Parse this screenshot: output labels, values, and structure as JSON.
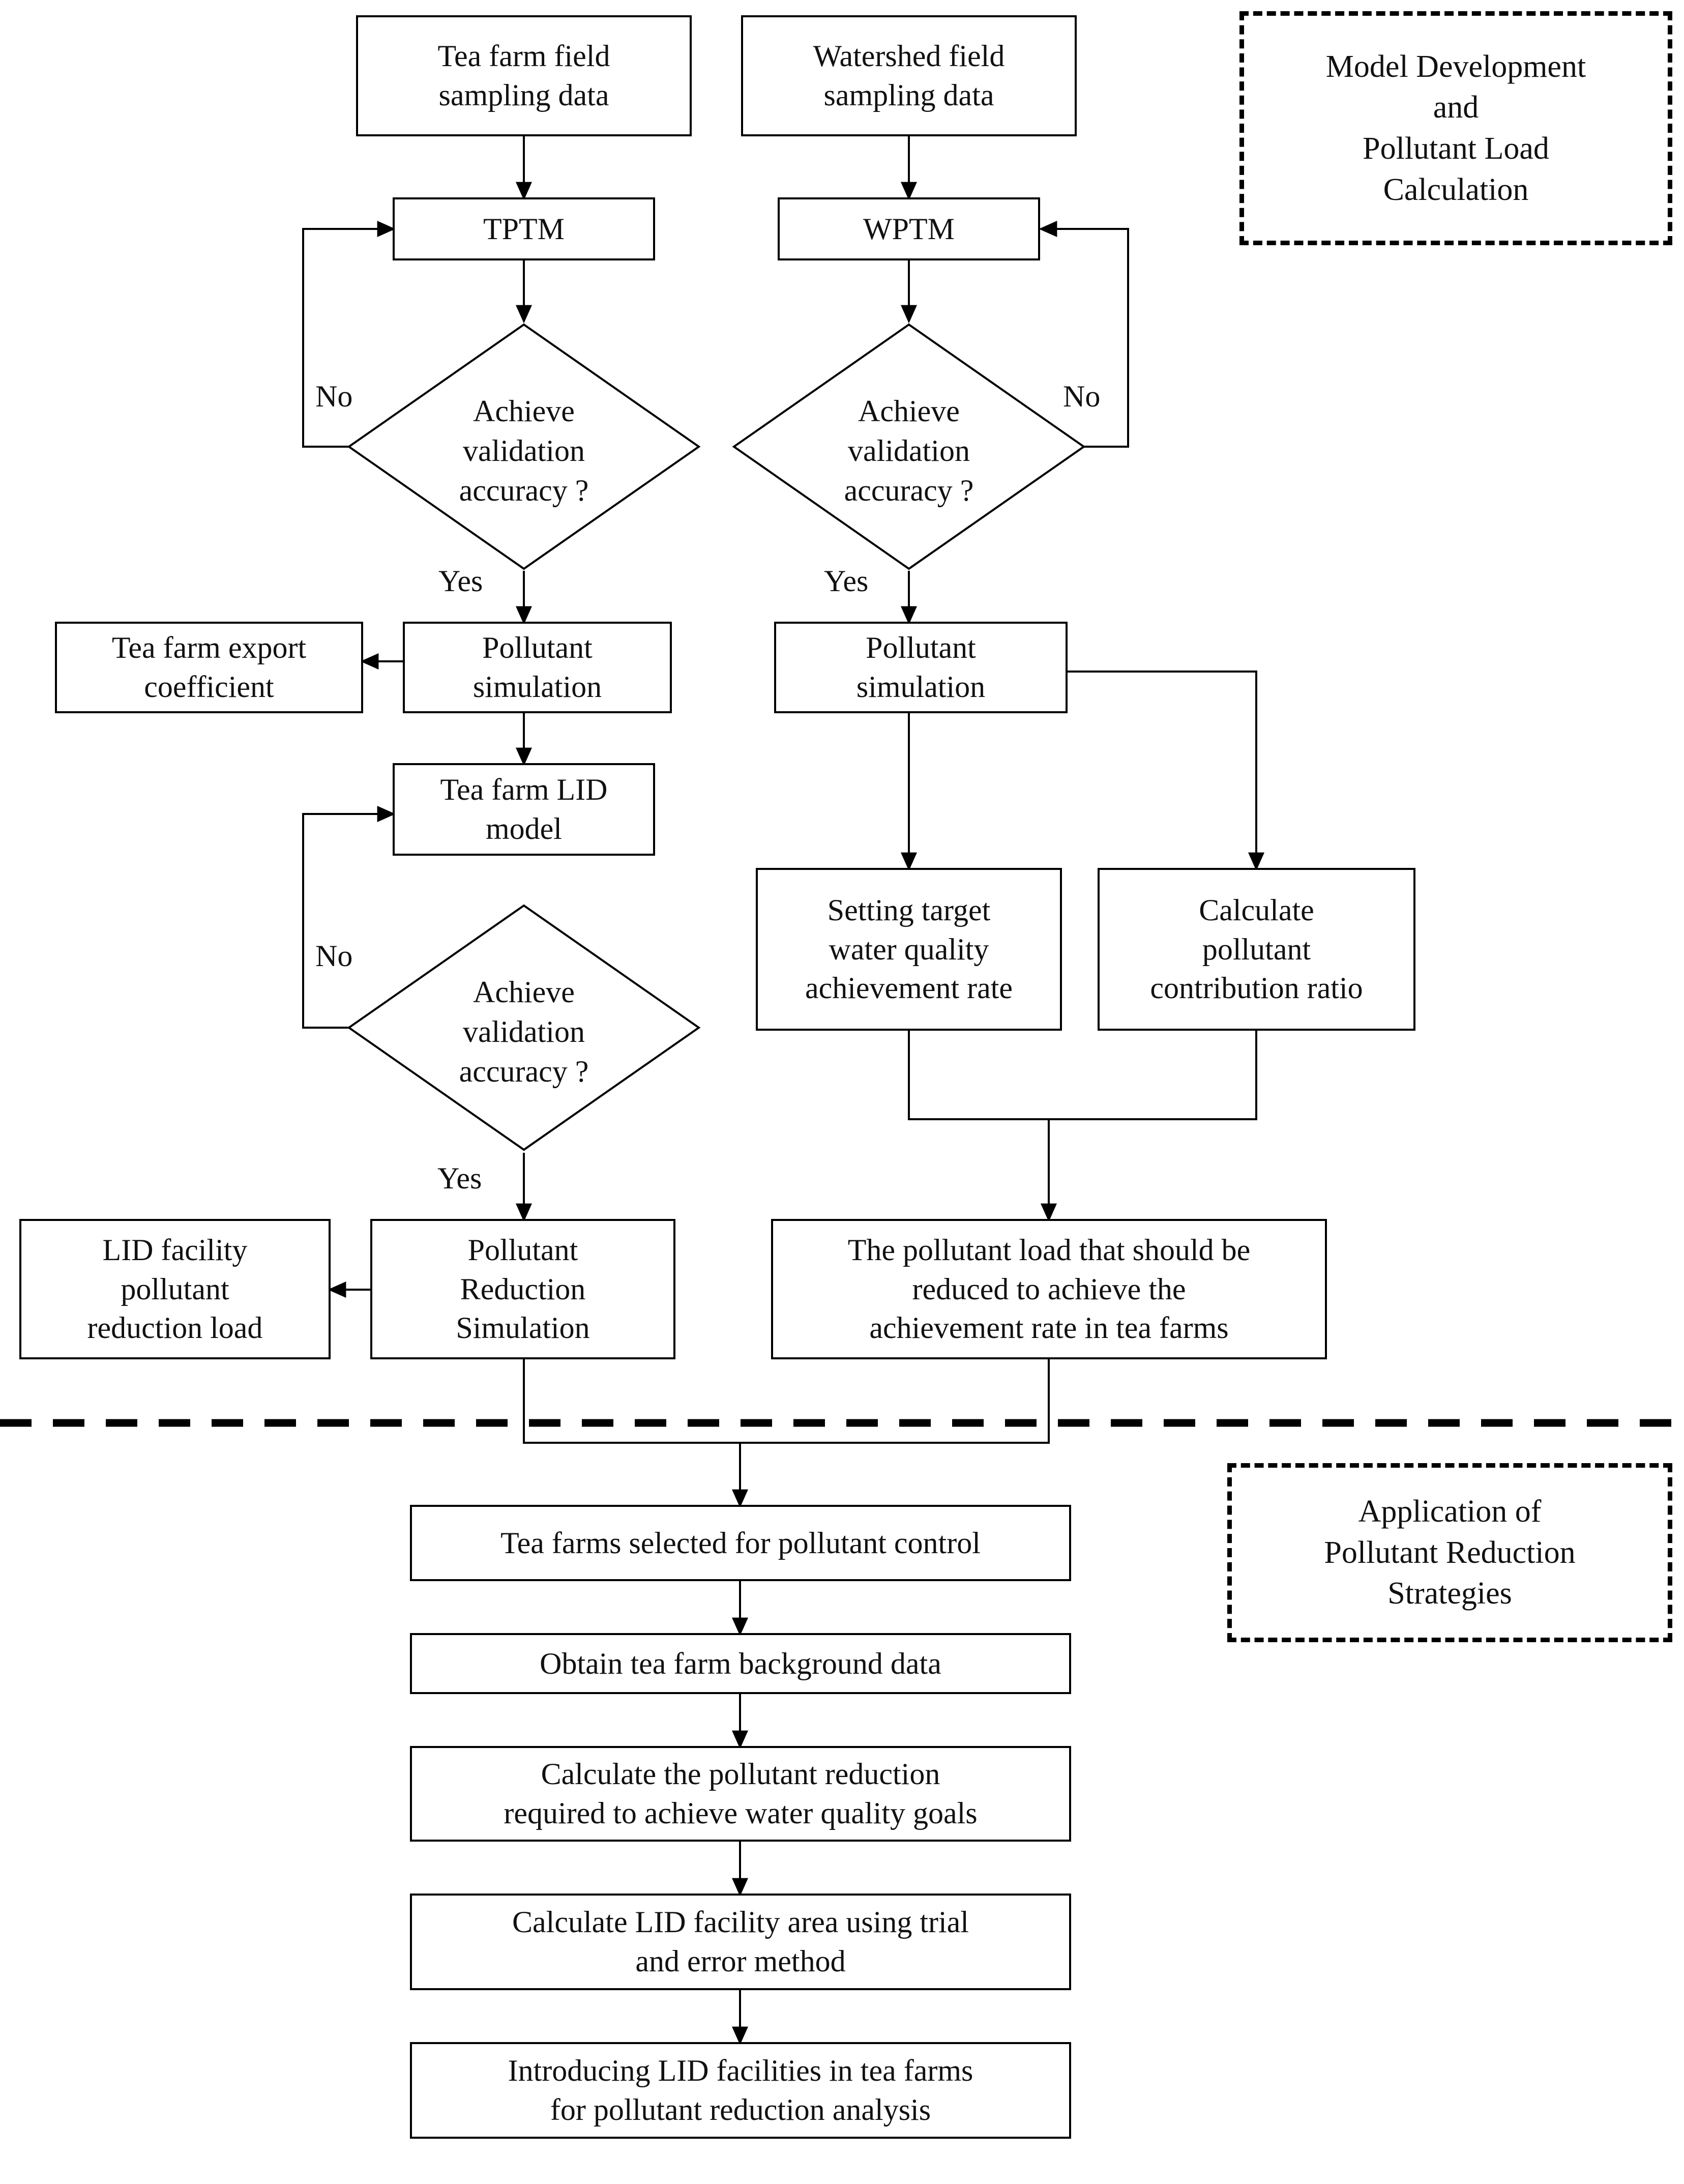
{
  "diagram": {
    "title": "Tea farm pollutant modelling and LID reduction workflow",
    "colors": {
      "stroke": "#000000",
      "text": "#111111",
      "background": "#ffffff"
    }
  },
  "legends": [
    {
      "id": "legend-model-development",
      "label": "Model Development\nand\nPollutant Load\nCalculation"
    },
    {
      "id": "legend-application",
      "label": "Application of\nPollutant Reduction\nStrategies"
    }
  ],
  "nodes": [
    {
      "id": "tea-farm-field-sampling-data",
      "label": "Tea farm field\nsampling data"
    },
    {
      "id": "watershed-field-sampling-data",
      "label": "Watershed field\nsampling data"
    },
    {
      "id": "tptm",
      "label": "TPTM"
    },
    {
      "id": "wptm",
      "label": "WPTM"
    },
    {
      "id": "decision-tptm-validation",
      "label": "Achieve\nvalidation\naccuracy ?"
    },
    {
      "id": "decision-wptm-validation",
      "label": "Achieve\nvalidation\naccuracy ?"
    },
    {
      "id": "pollutant-simulation-left",
      "label": "Pollutant\nsimulation"
    },
    {
      "id": "pollutant-simulation-right",
      "label": "Pollutant\nsimulation"
    },
    {
      "id": "tea-farm-export-coefficient",
      "label": "Tea farm export\ncoefficient"
    },
    {
      "id": "tea-farm-lid-model",
      "label": "Tea farm LID\nmodel"
    },
    {
      "id": "decision-lid-validation",
      "label": "Achieve\nvalidation\naccuracy ?"
    },
    {
      "id": "setting-target-water-quality",
      "label": "Setting target\nwater quality\nachievement rate"
    },
    {
      "id": "calculate-pollutant-contribution-ratio",
      "label": "Calculate\npollutant\ncontribution ratio"
    },
    {
      "id": "lid-facility-pollutant-reduction-load",
      "label": "LID facility\npollutant\nreduction load"
    },
    {
      "id": "pollutant-reduction-simulation",
      "label": "Pollutant\nReduction\nSimulation"
    },
    {
      "id": "pollutant-load-to-reduce",
      "label": "The pollutant load that should be\nreduced to achieve the\nachievement rate in tea farms"
    },
    {
      "id": "tea-farms-selected",
      "label": "Tea farms selected for pollutant control"
    },
    {
      "id": "obtain-background-data",
      "label": "Obtain tea farm background data"
    },
    {
      "id": "calculate-pollutant-reduction",
      "label": "Calculate the pollutant reduction\nrequired to achieve water quality goals"
    },
    {
      "id": "calculate-lid-facility-area",
      "label": "Calculate LID facility area using trial\nand error method"
    },
    {
      "id": "introducing-lid-facilities",
      "label": "Introducing LID facilities in tea farms\nfor pollutant reduction analysis"
    }
  ],
  "edge_labels": [
    {
      "id": "tptm-no",
      "label": "No"
    },
    {
      "id": "tptm-yes",
      "label": "Yes"
    },
    {
      "id": "wptm-no",
      "label": "No"
    },
    {
      "id": "wptm-yes",
      "label": "Yes"
    },
    {
      "id": "lid-no",
      "label": "No"
    },
    {
      "id": "lid-yes",
      "label": "Yes"
    }
  ]
}
